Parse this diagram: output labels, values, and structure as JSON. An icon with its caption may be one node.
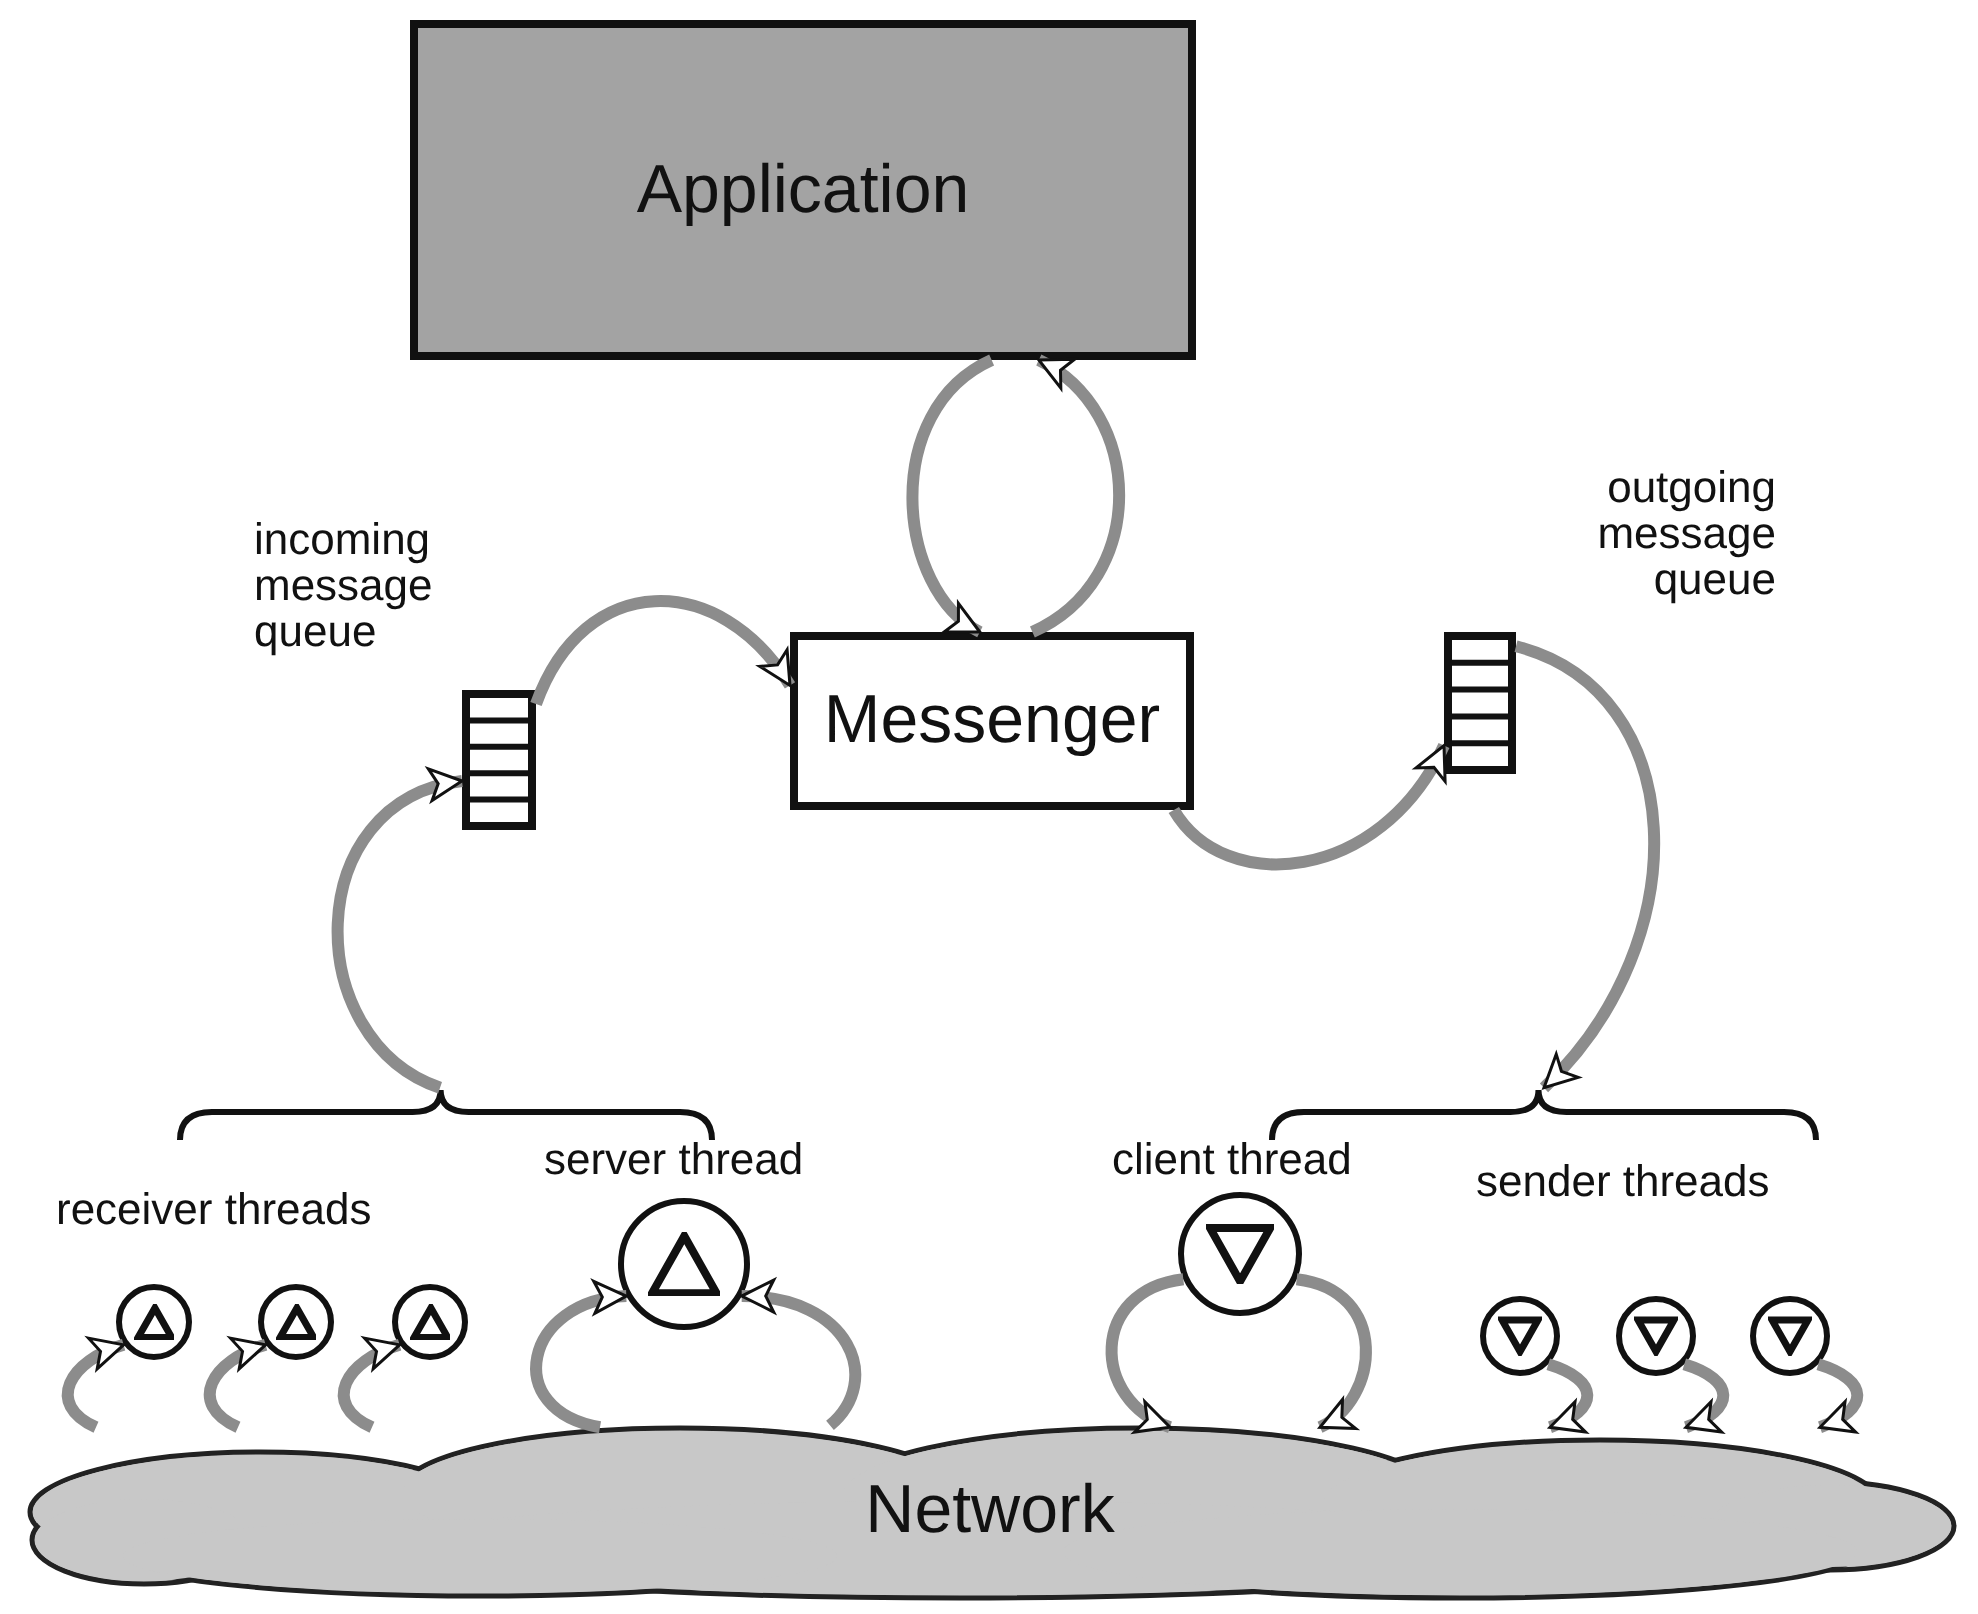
{
  "diagram": {
    "nodes": [
      {
        "text": [
          "Application"
        ]
      },
      {
        "text": [
          "Messenger"
        ]
      },
      {
        "text": [],
        "shape": "box",
        "beside": [
          "incoming message queue"
        ]
      },
      {
        "text": [],
        "shape": "box",
        "beside": [
          "outgoing message queue"
        ]
      },
      {
        "text": [],
        "shape": "circle"
      },
      {
        "text": [],
        "shape": "circle"
      },
      {
        "text": [],
        "shape": "circle"
      },
      {
        "text": [],
        "shape": "circle",
        "beside": [
          "server thread"
        ]
      },
      {
        "text": [],
        "shape": "circle",
        "beside": [
          "client thread"
        ]
      },
      {
        "text": [],
        "shape": "circle"
      },
      {
        "text": [],
        "shape": "circle"
      },
      {
        "text": [],
        "shape": "circle"
      },
      {
        "text": [
          "Network"
        ]
      },
      {
        "text": [],
        "shape": "bracket"
      },
      {
        "text": [],
        "shape": "bracket"
      }
    ],
    "edges": [
      {
        "from": 0,
        "to": 1,
        "arrow": "to"
      },
      {
        "from": 1,
        "to": 0,
        "arrow": "to"
      },
      {
        "from": 2,
        "to": 1,
        "arrow": "to"
      },
      {
        "from": 1,
        "to": 3,
        "arrow": "to"
      },
      {
        "from": 3,
        "to": 14,
        "arrow": "to"
      },
      {
        "from": 13,
        "to": 2,
        "arrow": "to"
      },
      {
        "from": 12,
        "to": 4,
        "arrow": "to"
      },
      {
        "from": 12,
        "to": 5,
        "arrow": "to"
      },
      {
        "from": 12,
        "to": 6,
        "arrow": "to"
      },
      {
        "from": 12,
        "to": 7,
        "arrow": "to"
      },
      {
        "from": 12,
        "to": 7,
        "arrow": "to"
      },
      {
        "from": 8,
        "to": 12,
        "arrow": "to"
      },
      {
        "from": 8,
        "to": 12,
        "arrow": "to"
      },
      {
        "from": 9,
        "to": 12,
        "arrow": "to"
      },
      {
        "from": 10,
        "to": 12,
        "arrow": "to"
      },
      {
        "from": 11,
        "to": 12,
        "arrow": "to"
      }
    ],
    "labels": [
      "receiver threads",
      "sender threads"
    ]
  }
}
